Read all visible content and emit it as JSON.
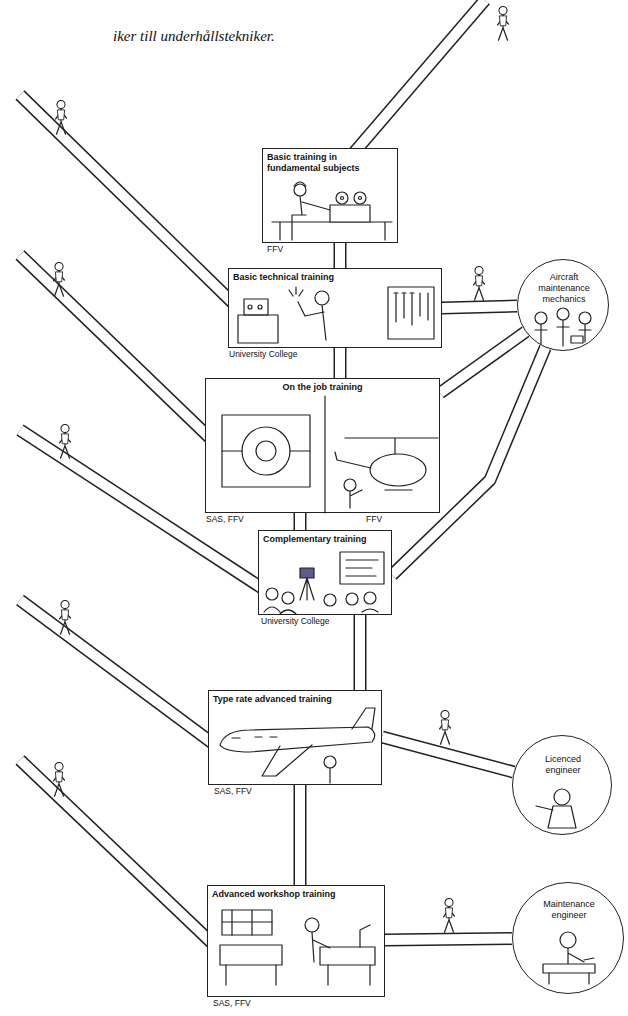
{
  "diagram": {
    "nodes": [
      {
        "text": [
          "Basic training in fundamental subjects",
          "FFV"
        ]
      },
      {
        "text": [
          "Basic technical training",
          "University College"
        ]
      },
      {
        "text": [
          "Aircraft maintenance mechanics"
        ]
      },
      {
        "text": [
          "On the job training",
          "SAS, FFV",
          "FFV"
        ]
      },
      {
        "text": [
          "Complementary training",
          "University College"
        ]
      },
      {
        "text": [
          "Type rate advanced training",
          "SAS, FFV"
        ]
      },
      {
        "text": [
          "Licenced engineer"
        ]
      },
      {
        "text": [
          "Advanced workshop training",
          "SAS, FFV"
        ]
      },
      {
        "text": [
          "Maintenance engineer"
        ]
      }
    ],
    "edges": [
      {
        "from": 0,
        "to": 1,
        "arrow": "none"
      },
      {
        "from": 1,
        "to": 2,
        "arrow": "none"
      },
      {
        "from": 1,
        "to": 3,
        "arrow": "none"
      },
      {
        "from": 3,
        "to": 2,
        "arrow": "none"
      },
      {
        "from": 2,
        "to": 4,
        "arrow": "none"
      },
      {
        "from": 3,
        "to": 4,
        "arrow": "none"
      },
      {
        "from": 4,
        "to": 5,
        "arrow": "none"
      },
      {
        "from": 5,
        "to": 6,
        "arrow": "none"
      },
      {
        "from": 5,
        "to": 7,
        "arrow": "none"
      },
      {
        "from": 7,
        "to": 8,
        "arrow": "none"
      }
    ],
    "labels": [
      "iker till underhållstekniker."
    ]
  }
}
